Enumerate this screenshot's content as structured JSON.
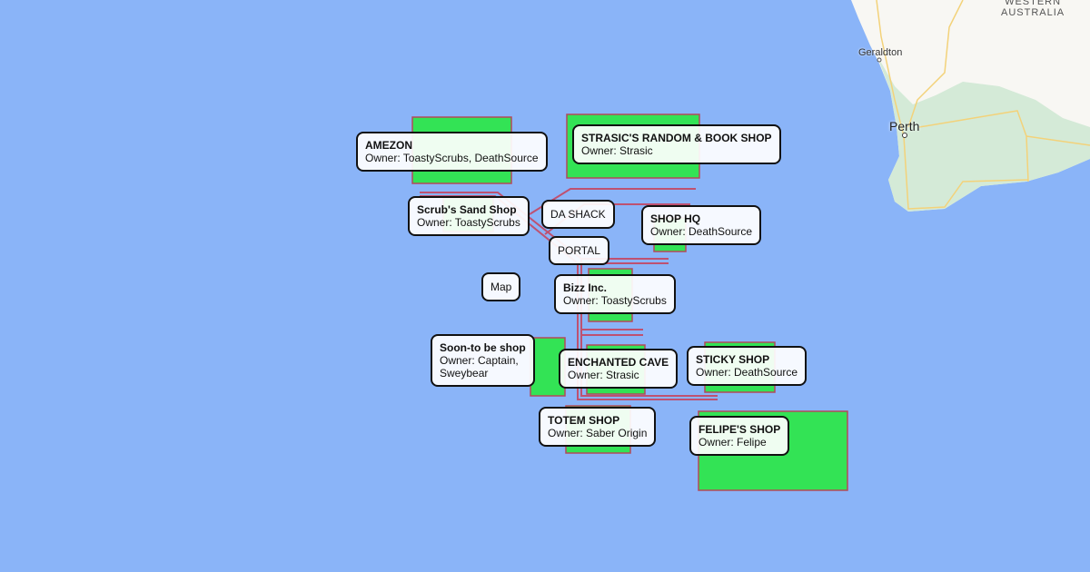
{
  "map": {
    "places": {
      "geraldton": "Geraldton",
      "perth": "Perth",
      "region_line1": "WESTERN",
      "region_line2": "AUSTRALIA"
    },
    "colors": {
      "water": "#8ab4f8",
      "land": "#f8f7f3",
      "vegetation": "#cfe8d4",
      "shop_fill": "#33e355",
      "shop_border": "#b24a5a",
      "path": "#c8405a"
    }
  },
  "shops": [
    {
      "name": "AMEZON",
      "owner": "Owner: ToastyScrubs, DeathSource"
    },
    {
      "name": "STRASIC'S RANDOM & BOOK SHOP",
      "owner": "Owner: Strasic"
    },
    {
      "name": "Scrub's Sand Shop",
      "owner": "Owner: ToastyScrubs"
    },
    {
      "name": "SHOP HQ",
      "owner": "Owner: DeathSource"
    },
    {
      "name": "Bizz Inc.",
      "owner": "Owner: ToastyScrubs"
    },
    {
      "name": "ENCHANTED CAVE",
      "owner": "Owner: Strasic"
    },
    {
      "name": "Soon-to be shop",
      "owner": "Owner: Captain,",
      "owner2": "Sweybear"
    },
    {
      "name": "STICKY SHOP",
      "owner": "Owner: DeathSource"
    },
    {
      "name": "TOTEM SHOP",
      "owner": "Owner: Saber Origin"
    },
    {
      "name": "FELIPE'S SHOP",
      "owner": "Owner: Felipe"
    }
  ],
  "markers": {
    "da_shack": "DA SHACK",
    "portal": "PORTAL",
    "map": "Map"
  }
}
